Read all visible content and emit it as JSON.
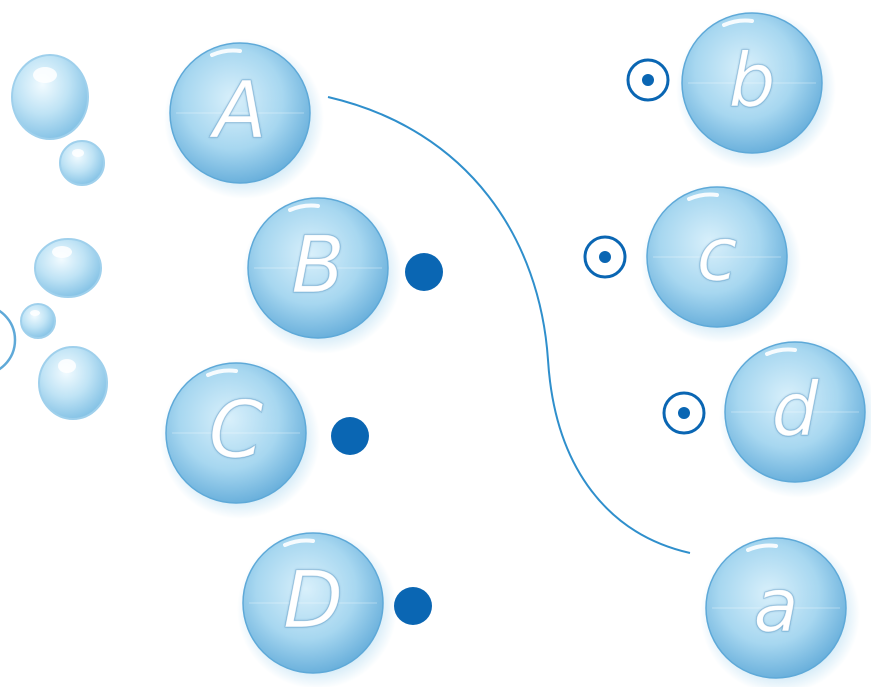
{
  "uppercase": [
    "A",
    "B",
    "C",
    "D"
  ],
  "lowercase": [
    "b",
    "c",
    "d",
    "a"
  ],
  "connections": [
    {
      "from": "A",
      "to": "a"
    }
  ],
  "colors": {
    "bubble_fill": "#8cc9ea",
    "bubble_light": "#d6eefa",
    "bubble_edge": "#5ea9d8",
    "dot": "#0a66b3",
    "line": "#2f8fcc",
    "letter": "#ffffff"
  }
}
